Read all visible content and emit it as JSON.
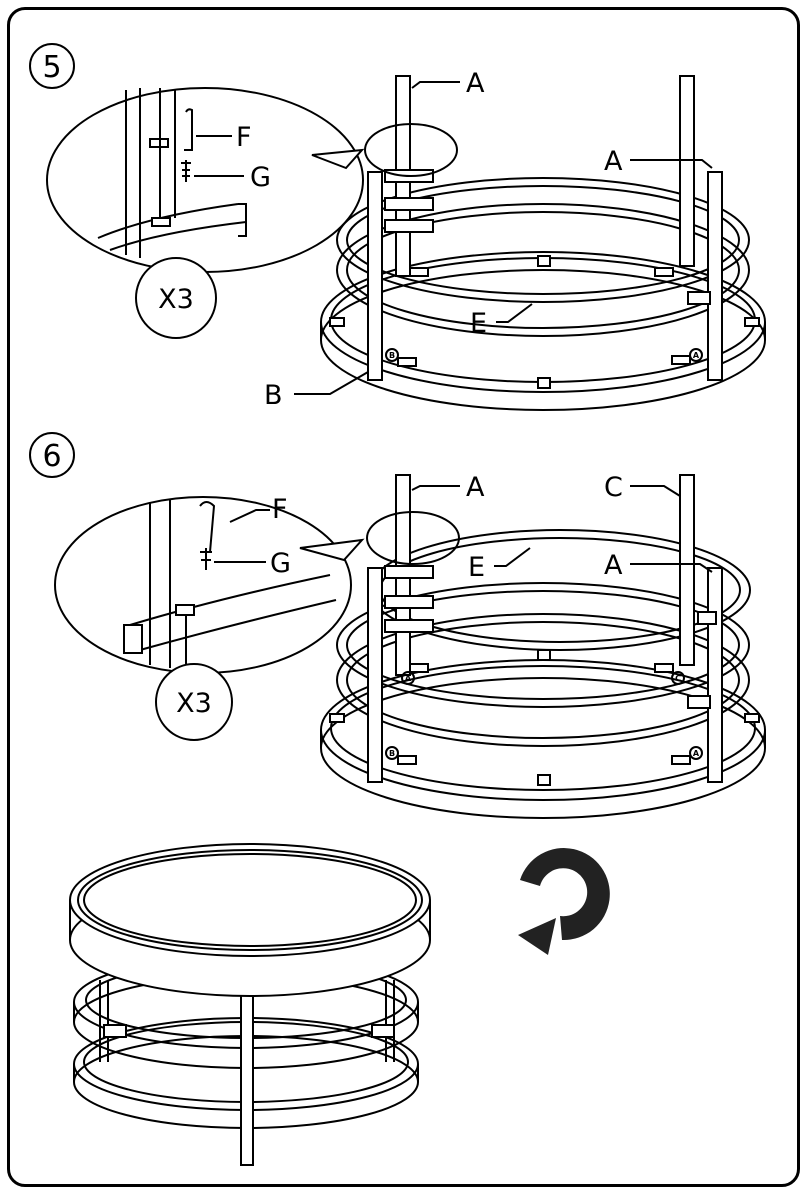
{
  "steps": [
    {
      "number": "5",
      "quantity": "X3",
      "labels": {
        "f": "F",
        "g": "G",
        "a1": "A",
        "a2": "A",
        "e": "E",
        "b": "B"
      },
      "markers": {
        "b": "B",
        "a": "A"
      }
    },
    {
      "number": "6",
      "quantity": "X3",
      "labels": {
        "f": "F",
        "g": "G",
        "a1": "A",
        "c": "C",
        "e": "E",
        "a2": "A"
      },
      "markers": {
        "a_mid": "A",
        "c_mid": "C",
        "b": "B",
        "a": "A"
      }
    }
  ],
  "final": {
    "rotate_icon": "rotate-arrow-icon"
  }
}
